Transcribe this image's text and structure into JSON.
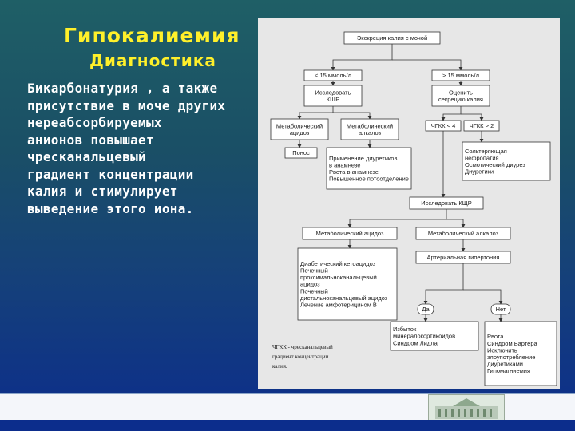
{
  "slide": {
    "title": "Гипокалиемия",
    "subtitle": "Диагностика",
    "text_lines": [
      "Бикарбонатурия , а также",
      "присутствие в моче других",
      "нереабсорбируемых",
      "анионов повышает",
      "чресканальцевый",
      "градиент концентрации",
      "калия и стимулирует",
      "выведение этого иона."
    ]
  },
  "flowchart": {
    "n_root": [
      "Экскреция калия с мочой"
    ],
    "n_lt15": [
      "< 15 ммоль/л"
    ],
    "n_gt15": [
      "> 15 ммоль/л"
    ],
    "n_kshr1": [
      "Исследовать",
      "КЩР"
    ],
    "n_sekret": [
      "Оценить",
      "секрецию калия"
    ],
    "n_met_acid": [
      "Метаболический",
      "ацидоз"
    ],
    "n_met_alk": [
      "Метаболический",
      "алкалоз"
    ],
    "n_ponos": [
      "Понос"
    ],
    "n_diuret": [
      "Применение диуретиков",
      "в анамнезе",
      "Рвота в анамнезе",
      "Повышенное потоотделение"
    ],
    "n_ttkg_lt": [
      "ЧГКК < 4"
    ],
    "n_ttkg_gt": [
      "ЧГКК > 2"
    ],
    "n_nefro": [
      "Сольтеряющая",
      "нефропатия",
      "Осмотический диурез",
      "Диуретики"
    ],
    "n_kshr2": [
      "Исследовать КЩР"
    ],
    "n_met_acid2": [
      "Метаболический ацидоз"
    ],
    "n_met_alk2": [
      "Метаболический алкалоз"
    ],
    "n_ketoacid": [
      "Диабетический кетоацидоз",
      "Почечный",
      "проксимальноканальцевый",
      "ацидоз",
      "Почечный",
      "дистальноканальцевый ацидоз",
      "Лечение амфотерицином B"
    ],
    "n_hypert": [
      "Артериальная гипертония"
    ],
    "n_da": [
      "Да"
    ],
    "n_net": [
      "Нет"
    ],
    "n_mineral": [
      "Избыток",
      "минералокортикоидов",
      "Синдром Лидла"
    ],
    "n_bartter": [
      "Рвота",
      "Синдром Бартера",
      "Исключить",
      "злоупотребление",
      "диуретиками",
      "Гипомагниемия"
    ],
    "footnote": [
      "ЧГКК - чресканальцевый",
      "градиент концентрации",
      "калия."
    ]
  }
}
